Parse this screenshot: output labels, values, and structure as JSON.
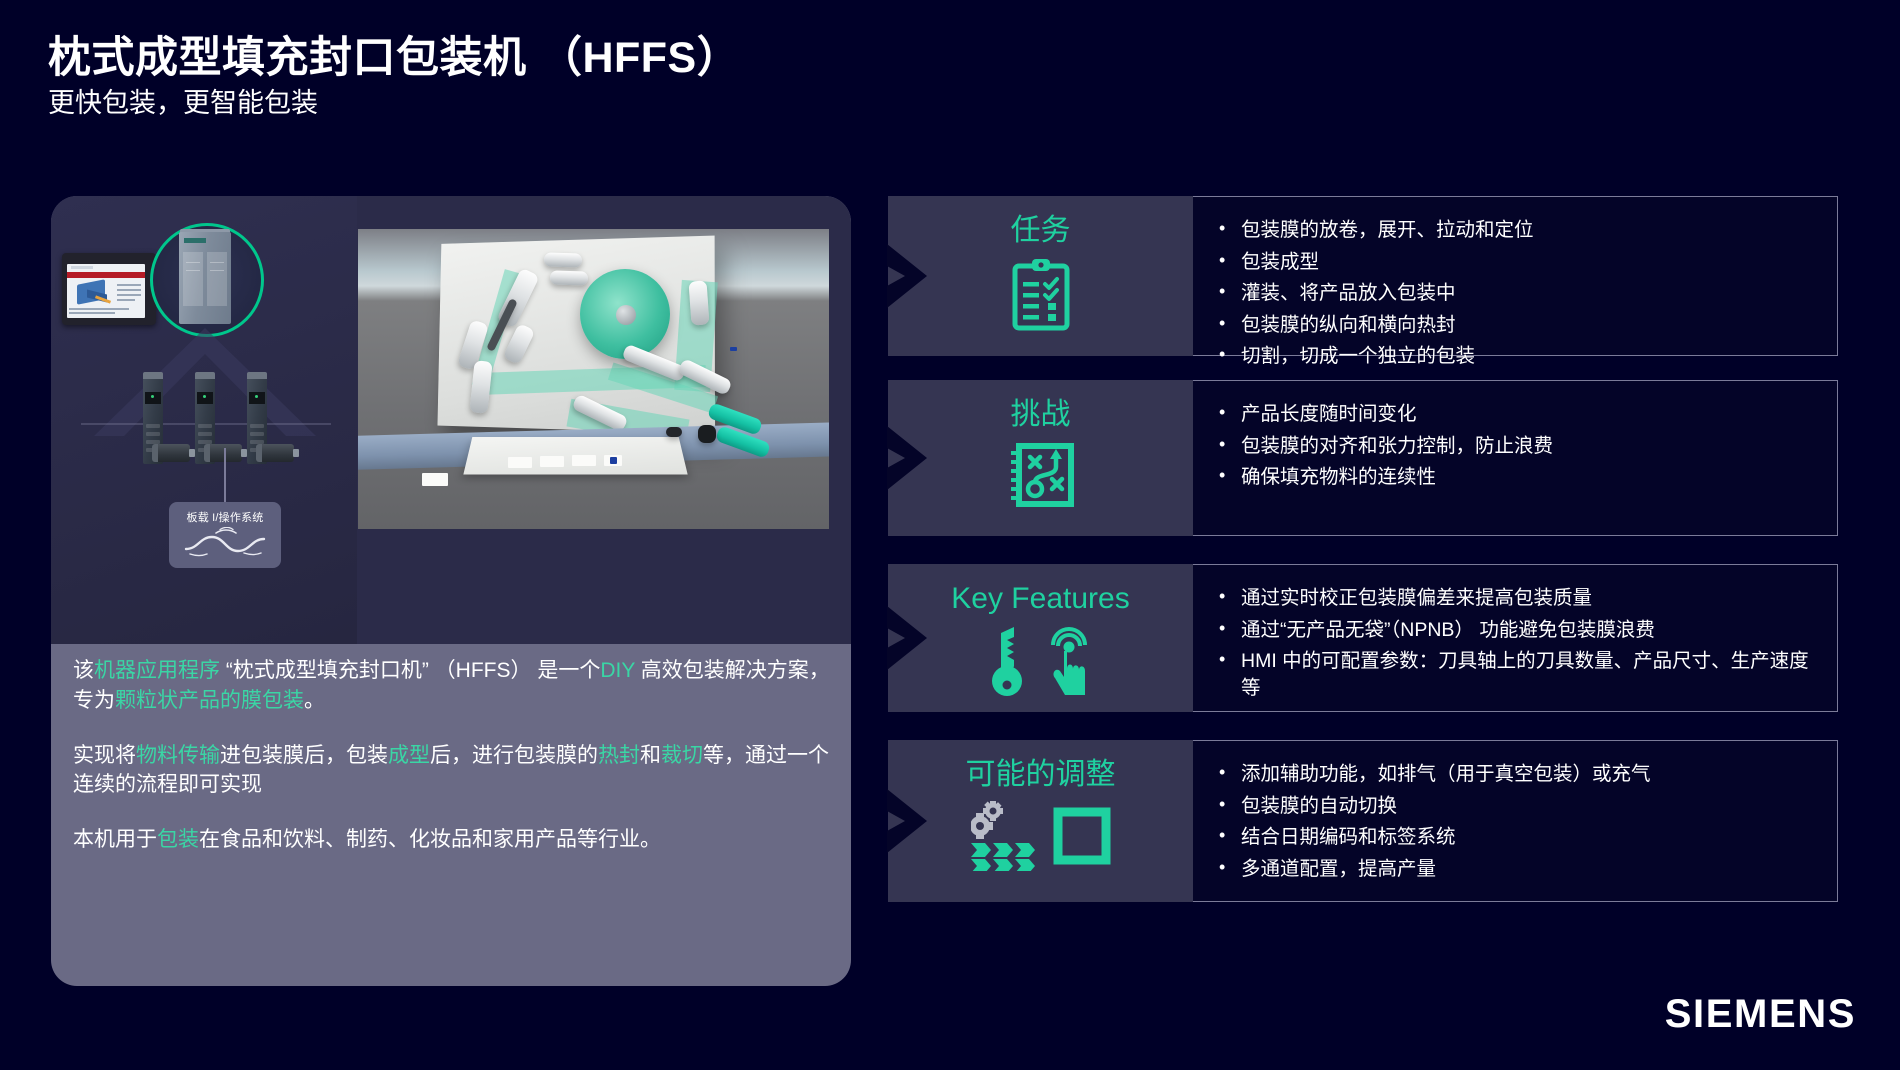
{
  "header": {
    "title": "枕式成型填充封口包装机 （HFFS）",
    "subtitle": "更快包装，更智能包装"
  },
  "left_panel": {
    "diagram": {
      "onboard_label": "板载 I/操作系统",
      "hmi_icon": "hmi-panel-icon",
      "plc_icon": "plc-controller-icon",
      "drive_icon": "servo-drive-icon",
      "motor_icon": "servo-motor-icon",
      "wave_icon": "motion-wave-icon"
    },
    "render": {
      "name": "hffs-machine-3d-render"
    },
    "paragraphs": [
      {
        "segments": [
          {
            "text": "该",
            "highlight": false
          },
          {
            "text": "机器应用程序",
            "highlight": true
          },
          {
            "text": " “枕式成型填充封口机” （HFFS） 是一个",
            "highlight": false
          },
          {
            "text": "DIY",
            "highlight": true
          },
          {
            "text": " 高效包装解决方案，专为",
            "highlight": false
          },
          {
            "text": "颗粒状产品的膜包装",
            "highlight": true
          },
          {
            "text": "。",
            "highlight": false
          }
        ]
      },
      {
        "segments": [
          {
            "text": "实现将",
            "highlight": false
          },
          {
            "text": "物料传输",
            "highlight": true
          },
          {
            "text": "进包装膜后，包装",
            "highlight": false
          },
          {
            "text": "成型",
            "highlight": true
          },
          {
            "text": "后，进行包装膜的",
            "highlight": false
          },
          {
            "text": "热封",
            "highlight": true
          },
          {
            "text": "和",
            "highlight": false
          },
          {
            "text": "裁切",
            "highlight": true
          },
          {
            "text": "等，通过一个连续的流程即可实现",
            "highlight": false
          }
        ]
      },
      {
        "segments": [
          {
            "text": "本机用于",
            "highlight": false
          },
          {
            "text": "包装",
            "highlight": true
          },
          {
            "text": "在食品和饮料、制药、化妆品和家用产品等行业。",
            "highlight": false
          }
        ]
      }
    ]
  },
  "cards": [
    {
      "id": "task",
      "title": "任务",
      "icons": [
        "clipboard-checklist-icon"
      ],
      "bullets": [
        "包装膜的放卷，展开、拉动和定位",
        "包装成型",
        "灌装、将产品放入包装中",
        "包装膜的纵向和横向热封",
        "切割，切成一个独立的包装"
      ]
    },
    {
      "id": "challenge",
      "title": "挑战",
      "icons": [
        "strategy-playbook-icon"
      ],
      "bullets": [
        "产品长度随时间变化",
        "包装膜的对齐和张力控制，防止浪费",
        "确保填充物料的连续性"
      ]
    },
    {
      "id": "features",
      "title": "Key Features",
      "icons": [
        "key-icon",
        "touch-hand-icon"
      ],
      "bullets": [
        "通过实时校正包装膜偏差来提高包装质量",
        "通过“无产品无袋”（NPNB） 功能避免包装膜浪费",
        "HMI 中的可配置参数：刀具轴上的刀具数量、产品尺寸、生产速度等"
      ]
    },
    {
      "id": "adjust",
      "title": "可能的调整",
      "icons": [
        "gears-chevrons-icon",
        "square-outline-icon"
      ],
      "bullets": [
        "添加辅助功能，如排气（用于真空包装）或充气",
        "包装膜的自动切换",
        "结合日期编码和标签系统",
        "多通道配置，提高产量"
      ]
    }
  ],
  "footer": {
    "brand": "SIEMENS"
  },
  "colors": {
    "background": "#000028",
    "accent_green": "#1fd1a0",
    "highlight_green": "#3ad6a5",
    "card_left_bg": "#353552",
    "card_right_bg": "#040428",
    "card_border": "#7b7b99",
    "panel_bg": "#6a6a85",
    "panel_dark": "#2b2b49"
  }
}
